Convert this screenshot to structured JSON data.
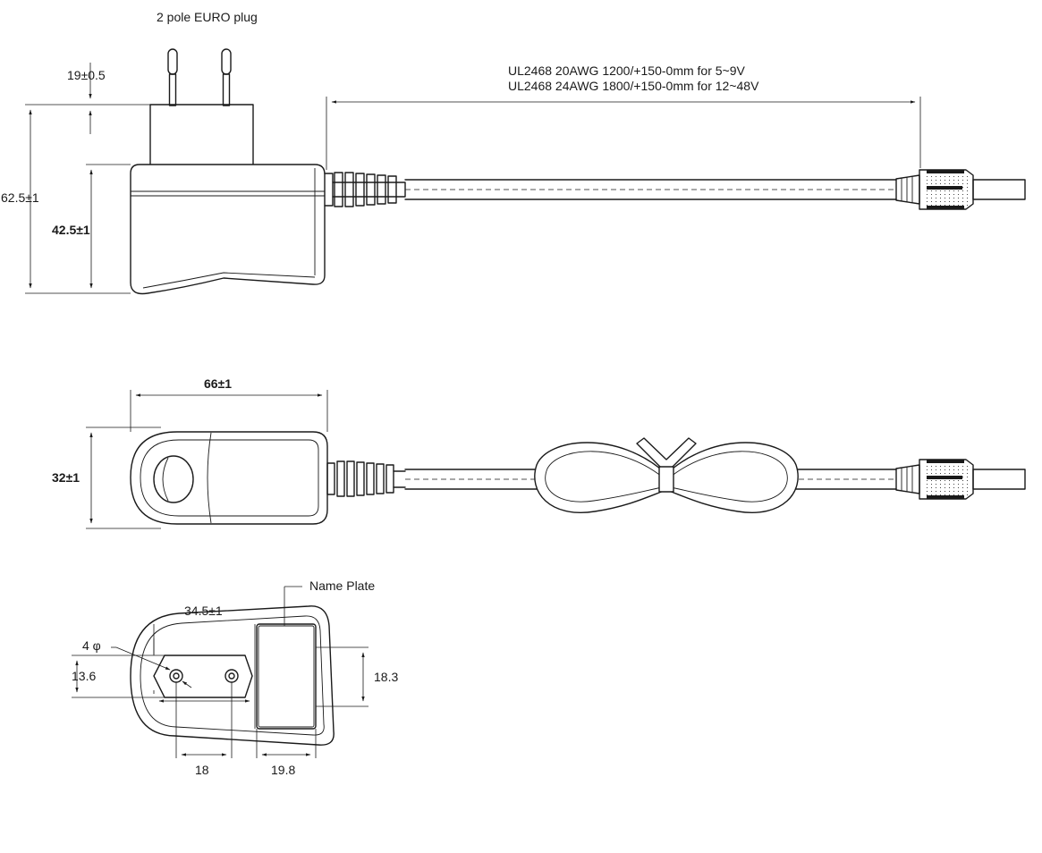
{
  "labels": {
    "plug_type": "2 pole EURO plug",
    "pin_length": "19±0.5",
    "cable_spec_line1": "UL2468 20AWG 1200/+150-0mm for 5~9V",
    "cable_spec_line2": "UL2468 24AWG 1800/+150-0mm for 12~48V",
    "total_height": "62.5±1",
    "body_height": "42.5±1",
    "body_length": "66±1",
    "body_width": "32±1",
    "pin_offset": "34.5±1",
    "pin_diameter": "4 φ",
    "name_plate": "Name Plate",
    "pin_row_height": "13.6",
    "plate_height": "18.3",
    "pin_spacing": "18",
    "plate_width": "19.8"
  }
}
